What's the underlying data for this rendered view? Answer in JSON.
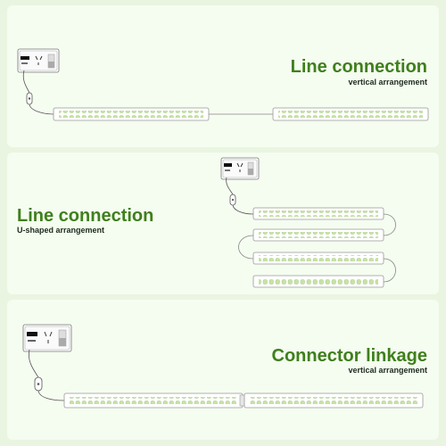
{
  "panels": [
    {
      "title": "Line connection",
      "subtitle": "vertical arrangement"
    },
    {
      "title": "Line connection",
      "subtitle": "U-shaped arrangement"
    },
    {
      "title": "Connector linkage",
      "subtitle": "vertical arrangement"
    }
  ],
  "colors": {
    "page_background": "#eaf5e1",
    "panel_background": "#f5fcf0",
    "title_green": "#3f7f1c",
    "subtitle_dark": "#1e2a1e",
    "led_green": "#c7e3a4"
  }
}
